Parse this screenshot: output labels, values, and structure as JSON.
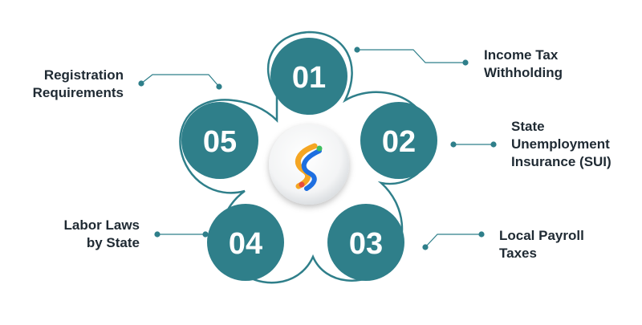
{
  "steps": [
    {
      "number": "01",
      "label_lines": [
        "Income Tax",
        "Withholding"
      ]
    },
    {
      "number": "02",
      "label_lines": [
        "State",
        "Unemployment",
        "Insurance (SUI)"
      ]
    },
    {
      "number": "03",
      "label_lines": [
        "Local Payroll",
        "Taxes"
      ]
    },
    {
      "number": "04",
      "label_lines": [
        "Labor Laws",
        "by State"
      ]
    },
    {
      "number": "05",
      "label_lines": [
        "Registration",
        "Requirements"
      ]
    }
  ],
  "center": {
    "icon": "brand-logo-icon"
  },
  "colors": {
    "petal": "#2f7f8a",
    "petal_outline": "#2f7f8a",
    "connector": "#2f7f8a",
    "logo_blue": "#1e6fe0",
    "logo_orange": "#f5a623",
    "logo_green": "#3fbf5f",
    "logo_red": "#e84c3d",
    "text": "#1f2a33"
  }
}
